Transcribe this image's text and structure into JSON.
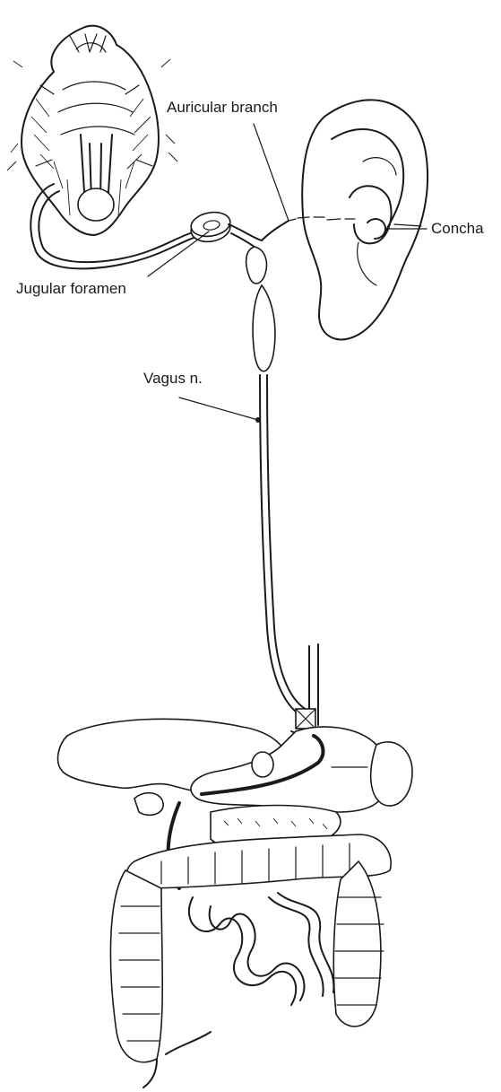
{
  "labels": {
    "auricular_branch": "Auricular branch",
    "concha": "Concha",
    "jugular_foramen": "Jugular foramen",
    "vagus_n": "Vagus n."
  },
  "colors": {
    "ink": "#1a1a1a",
    "background": "#ffffff"
  }
}
